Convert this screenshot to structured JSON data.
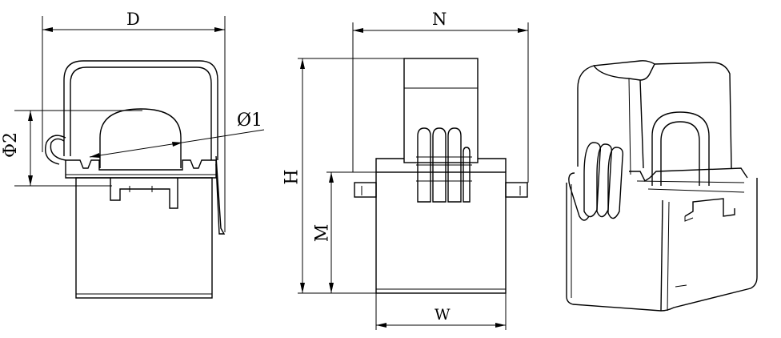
{
  "labels": {
    "D": "D",
    "N": "N",
    "H": "H",
    "M": "M",
    "W": "W",
    "phi1": "Ø1",
    "phi2": "Φ2"
  }
}
